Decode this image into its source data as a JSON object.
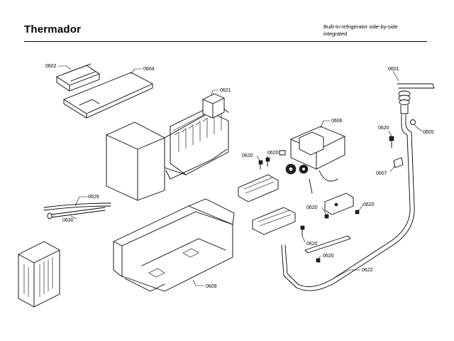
{
  "header": {
    "brand": "Thermador",
    "description_line1": "Built-in-refrigerator side-by-side",
    "description_line2": "integrated"
  },
  "diagram": {
    "part_labels": [
      {
        "id": "0602",
        "text": "0602"
      },
      {
        "id": "0604",
        "text": "0604"
      },
      {
        "id": "0621",
        "text": "0621"
      },
      {
        "id": "0601",
        "text": "0601"
      },
      {
        "id": "0606",
        "text": "0606"
      },
      {
        "id": "0620a",
        "text": "0620"
      },
      {
        "id": "0620b",
        "text": "0620"
      },
      {
        "id": "0620c",
        "text": "0620"
      },
      {
        "id": "0605",
        "text": "0605"
      },
      {
        "id": "0607",
        "text": "0607"
      },
      {
        "id": "0629",
        "text": "0629"
      },
      {
        "id": "0630",
        "text": "0630"
      },
      {
        "id": "0620d",
        "text": "0620"
      },
      {
        "id": "0620e",
        "text": "0620"
      },
      {
        "id": "0620f",
        "text": "0620"
      },
      {
        "id": "0620g",
        "text": "0620"
      },
      {
        "id": "0609",
        "text": "0609"
      },
      {
        "id": "0622",
        "text": "0622"
      }
    ]
  }
}
